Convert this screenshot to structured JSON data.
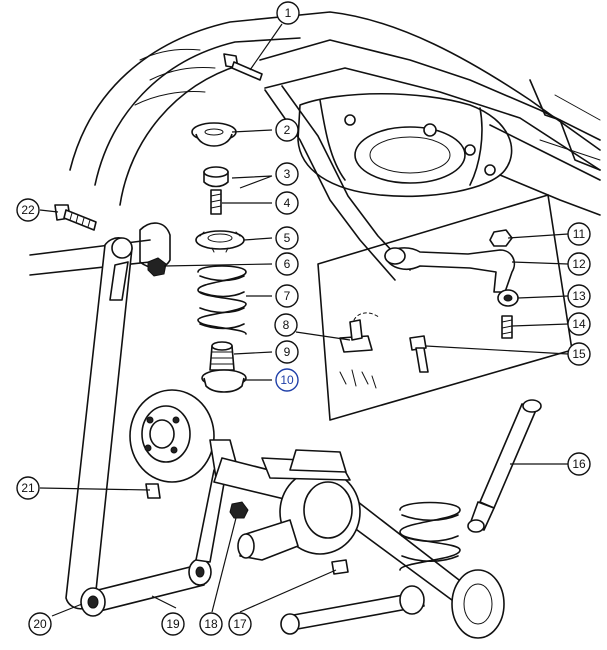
{
  "callouts": [
    {
      "id": "1",
      "label": "1"
    },
    {
      "id": "2",
      "label": "2"
    },
    {
      "id": "3",
      "label": "3"
    },
    {
      "id": "4",
      "label": "4"
    },
    {
      "id": "5",
      "label": "5"
    },
    {
      "id": "6",
      "label": "6"
    },
    {
      "id": "7",
      "label": "7"
    },
    {
      "id": "8",
      "label": "8"
    },
    {
      "id": "9",
      "label": "9"
    },
    {
      "id": "10",
      "label": "10",
      "highlight": true
    },
    {
      "id": "11",
      "label": "11"
    },
    {
      "id": "12",
      "label": "12"
    },
    {
      "id": "13",
      "label": "13"
    },
    {
      "id": "14",
      "label": "14"
    },
    {
      "id": "15",
      "label": "15"
    },
    {
      "id": "16",
      "label": "16"
    },
    {
      "id": "17",
      "label": "17"
    },
    {
      "id": "18",
      "label": "18"
    },
    {
      "id": "19",
      "label": "19"
    },
    {
      "id": "20",
      "label": "20"
    },
    {
      "id": "21",
      "label": "21"
    },
    {
      "id": "22",
      "label": "22"
    }
  ],
  "colors": {
    "line": "#111111",
    "highlight": "#1f3fa8",
    "background": "#ffffff"
  }
}
